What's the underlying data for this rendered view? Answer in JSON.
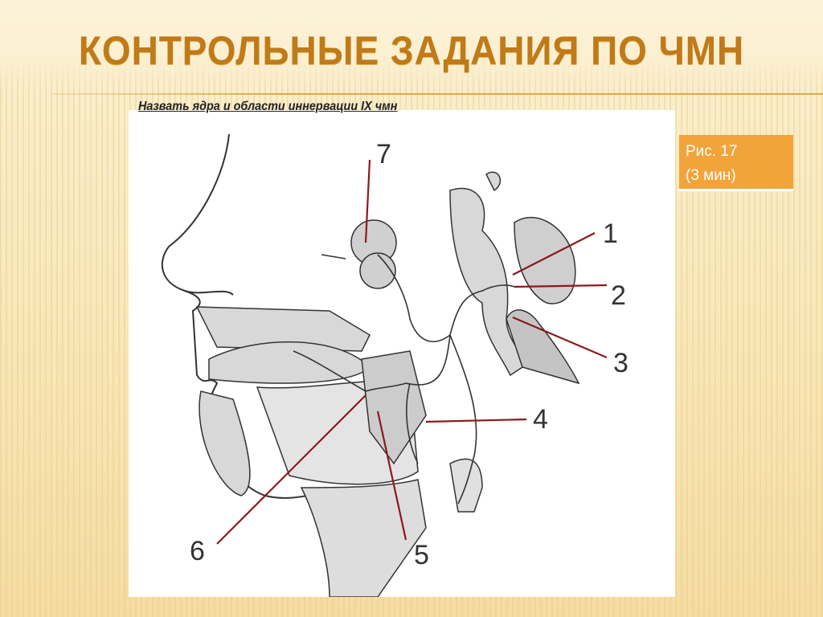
{
  "slide": {
    "title": "КОНТРОЛЬНЫЕ ЗАДАНИЯ ПО ЧМН",
    "subtitle": "Назвать ядра и области иннервации  IX чмн",
    "badge": {
      "line1": "Рис. 17",
      "line2": "(3 мин)",
      "color": "#f0a43a"
    },
    "accent_color": "#c07a18"
  },
  "figure": {
    "labels": [
      "1",
      "2",
      "3",
      "4",
      "5",
      "6",
      "7"
    ],
    "leader_color": "#8b1a1a"
  }
}
